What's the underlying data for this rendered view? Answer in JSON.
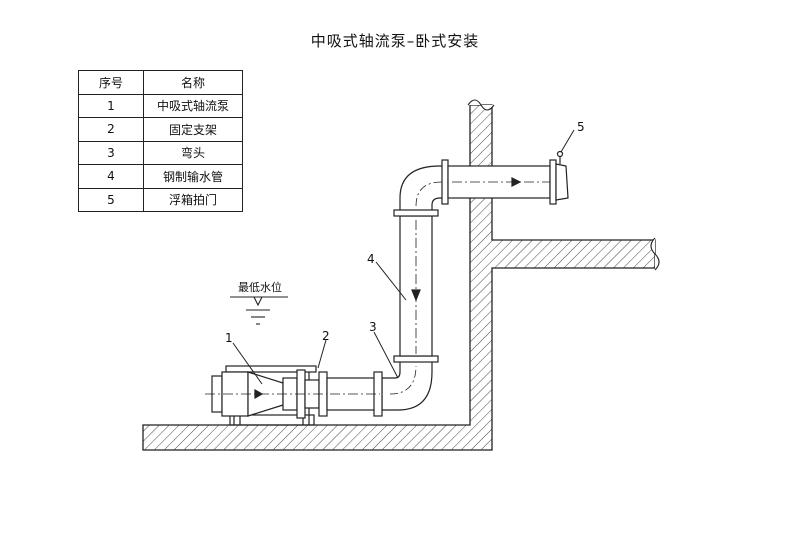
{
  "title": "中吸式轴流泵–卧式安装",
  "legend": {
    "headers": [
      "序号",
      "名称"
    ],
    "rows": [
      {
        "no": "1",
        "name": "中吸式轴流泵"
      },
      {
        "no": "2",
        "name": "固定支架"
      },
      {
        "no": "3",
        "name": "弯头"
      },
      {
        "no": "4",
        "name": "钢制输水管"
      },
      {
        "no": "5",
        "name": "浮箱拍门"
      }
    ]
  },
  "water_level_label": "最低水位",
  "callouts": [
    "1",
    "2",
    "3",
    "4",
    "5"
  ]
}
